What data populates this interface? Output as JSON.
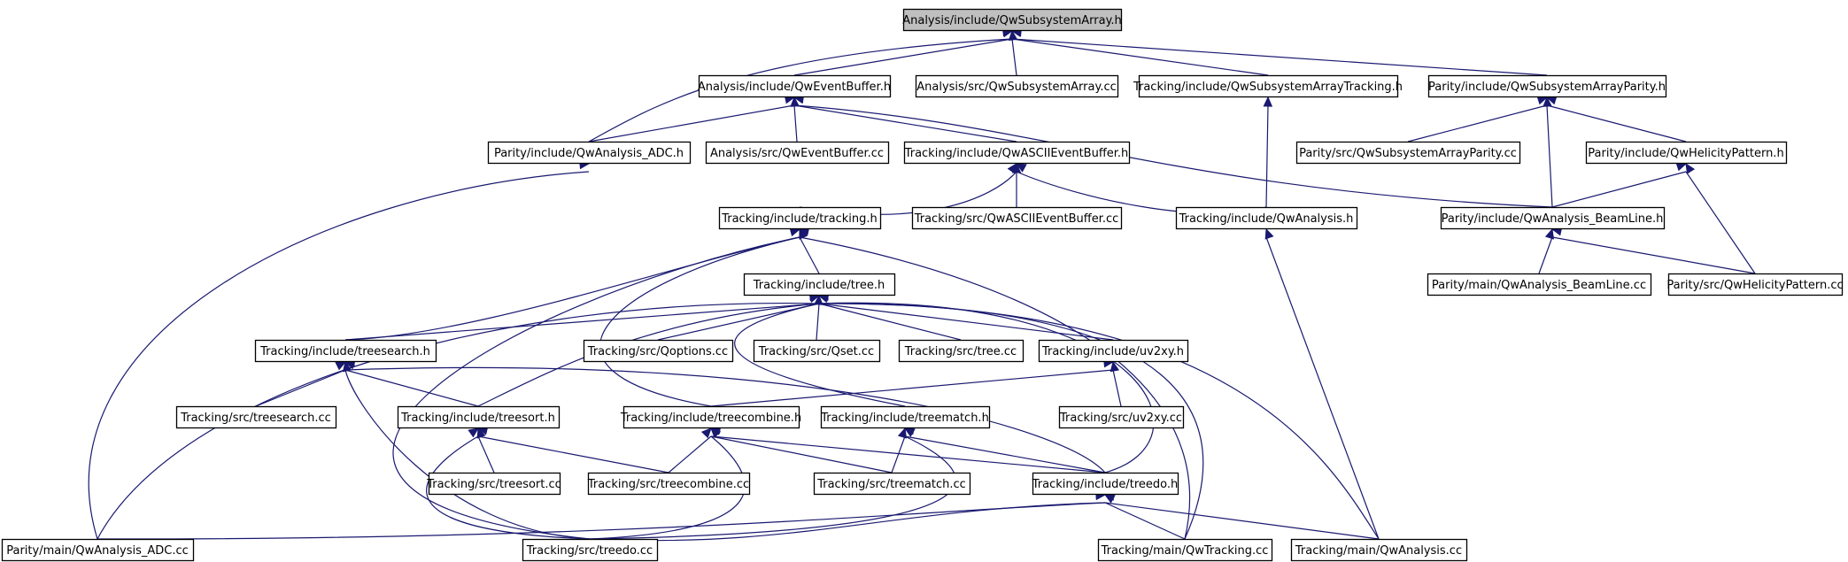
{
  "graph": {
    "title": "",
    "nodes": [
      {
        "id": "n0",
        "label": "Analysis/include/QwSubsystemArray.h",
        "root": true
      },
      {
        "id": "n1",
        "label": "Analysis/include/QwEventBuffer.h"
      },
      {
        "id": "n2",
        "label": "Analysis/src/QwSubsystemArray.cc"
      },
      {
        "id": "n3",
        "label": "Tracking/include/QwSubsystemArrayTracking.h"
      },
      {
        "id": "n4",
        "label": "Parity/include/QwSubsystemArrayParity.h"
      },
      {
        "id": "n5",
        "label": "Parity/include/QwAnalysis_ADC.h"
      },
      {
        "id": "n6",
        "label": "Analysis/src/QwEventBuffer.cc"
      },
      {
        "id": "n7",
        "label": "Tracking/include/QwASCIIEventBuffer.h"
      },
      {
        "id": "n8",
        "label": "Parity/src/QwSubsystemArrayParity.cc"
      },
      {
        "id": "n9",
        "label": "Parity/include/QwHelicityPattern.h"
      },
      {
        "id": "n10",
        "label": "Tracking/include/tracking.h"
      },
      {
        "id": "n11",
        "label": "Tracking/src/QwASCIIEventBuffer.cc"
      },
      {
        "id": "n12",
        "label": "Tracking/include/QwAnalysis.h"
      },
      {
        "id": "n13",
        "label": "Parity/include/QwAnalysis_BeamLine.h"
      },
      {
        "id": "n14",
        "label": "Tracking/include/tree.h"
      },
      {
        "id": "n15",
        "label": "Parity/main/QwAnalysis_BeamLine.cc"
      },
      {
        "id": "n16",
        "label": "Parity/src/QwHelicityPattern.cc"
      },
      {
        "id": "n17",
        "label": "Tracking/include/treesearch.h"
      },
      {
        "id": "n18",
        "label": "Tracking/src/Qoptions.cc"
      },
      {
        "id": "n19",
        "label": "Tracking/src/Qset.cc"
      },
      {
        "id": "n20",
        "label": "Tracking/src/tree.cc"
      },
      {
        "id": "n21",
        "label": "Tracking/include/uv2xy.h"
      },
      {
        "id": "n22",
        "label": "Tracking/src/treesearch.cc"
      },
      {
        "id": "n23",
        "label": "Tracking/include/treesort.h"
      },
      {
        "id": "n24",
        "label": "Tracking/include/treecombine.h"
      },
      {
        "id": "n25",
        "label": "Tracking/include/treematch.h"
      },
      {
        "id": "n26",
        "label": "Tracking/src/uv2xy.cc"
      },
      {
        "id": "n27",
        "label": "Tracking/src/treesort.cc"
      },
      {
        "id": "n28",
        "label": "Tracking/src/treecombine.cc"
      },
      {
        "id": "n29",
        "label": "Tracking/src/treematch.cc"
      },
      {
        "id": "n30",
        "label": "Tracking/include/treedo.h"
      },
      {
        "id": "n31",
        "label": "Parity/main/QwAnalysis_ADC.cc"
      },
      {
        "id": "n32",
        "label": "Tracking/src/treedo.cc"
      },
      {
        "id": "n33",
        "label": "Tracking/main/QwTracking.cc"
      },
      {
        "id": "n34",
        "label": "Tracking/main/QwAnalysis.cc"
      }
    ],
    "edges": [
      {
        "from": "n1",
        "to": "n0"
      },
      {
        "from": "n2",
        "to": "n0"
      },
      {
        "from": "n3",
        "to": "n0"
      },
      {
        "from": "n4",
        "to": "n0"
      },
      {
        "from": "n5",
        "to": "n0"
      },
      {
        "from": "n5",
        "to": "n1"
      },
      {
        "from": "n6",
        "to": "n1"
      },
      {
        "from": "n7",
        "to": "n1"
      },
      {
        "from": "n13",
        "to": "n1"
      },
      {
        "from": "n12",
        "to": "n3"
      },
      {
        "from": "n8",
        "to": "n4"
      },
      {
        "from": "n9",
        "to": "n4"
      },
      {
        "from": "n13",
        "to": "n4"
      },
      {
        "from": "n31",
        "to": "n5"
      },
      {
        "from": "n10",
        "to": "n7"
      },
      {
        "from": "n11",
        "to": "n7"
      },
      {
        "from": "n12",
        "to": "n7"
      },
      {
        "from": "n13",
        "to": "n9"
      },
      {
        "from": "n16",
        "to": "n9"
      },
      {
        "from": "n14",
        "to": "n10"
      },
      {
        "from": "n17",
        "to": "n10"
      },
      {
        "from": "n24",
        "to": "n10"
      },
      {
        "from": "n32",
        "to": "n10"
      },
      {
        "from": "n33",
        "to": "n10"
      },
      {
        "from": "n34",
        "to": "n12"
      },
      {
        "from": "n15",
        "to": "n13"
      },
      {
        "from": "n16",
        "to": "n13"
      },
      {
        "from": "n17",
        "to": "n14"
      },
      {
        "from": "n18",
        "to": "n14"
      },
      {
        "from": "n19",
        "to": "n14"
      },
      {
        "from": "n20",
        "to": "n14"
      },
      {
        "from": "n21",
        "to": "n14"
      },
      {
        "from": "n23",
        "to": "n14"
      },
      {
        "from": "n25",
        "to": "n14"
      },
      {
        "from": "n30",
        "to": "n14"
      },
      {
        "from": "n31",
        "to": "n14"
      },
      {
        "from": "n33",
        "to": "n14"
      },
      {
        "from": "n34",
        "to": "n14"
      },
      {
        "from": "n22",
        "to": "n17"
      },
      {
        "from": "n23",
        "to": "n17"
      },
      {
        "from": "n30",
        "to": "n17"
      },
      {
        "from": "n32",
        "to": "n17"
      },
      {
        "from": "n24",
        "to": "n21"
      },
      {
        "from": "n26",
        "to": "n21"
      },
      {
        "from": "n27",
        "to": "n23"
      },
      {
        "from": "n28",
        "to": "n23"
      },
      {
        "from": "n32",
        "to": "n23"
      },
      {
        "from": "n28",
        "to": "n24"
      },
      {
        "from": "n29",
        "to": "n24"
      },
      {
        "from": "n30",
        "to": "n24"
      },
      {
        "from": "n32",
        "to": "n24"
      },
      {
        "from": "n29",
        "to": "n25"
      },
      {
        "from": "n30",
        "to": "n25"
      },
      {
        "from": "n32",
        "to": "n25"
      },
      {
        "from": "n31",
        "to": "n30"
      },
      {
        "from": "n32",
        "to": "n30"
      },
      {
        "from": "n33",
        "to": "n30"
      },
      {
        "from": "n34",
        "to": "n30"
      }
    ]
  }
}
